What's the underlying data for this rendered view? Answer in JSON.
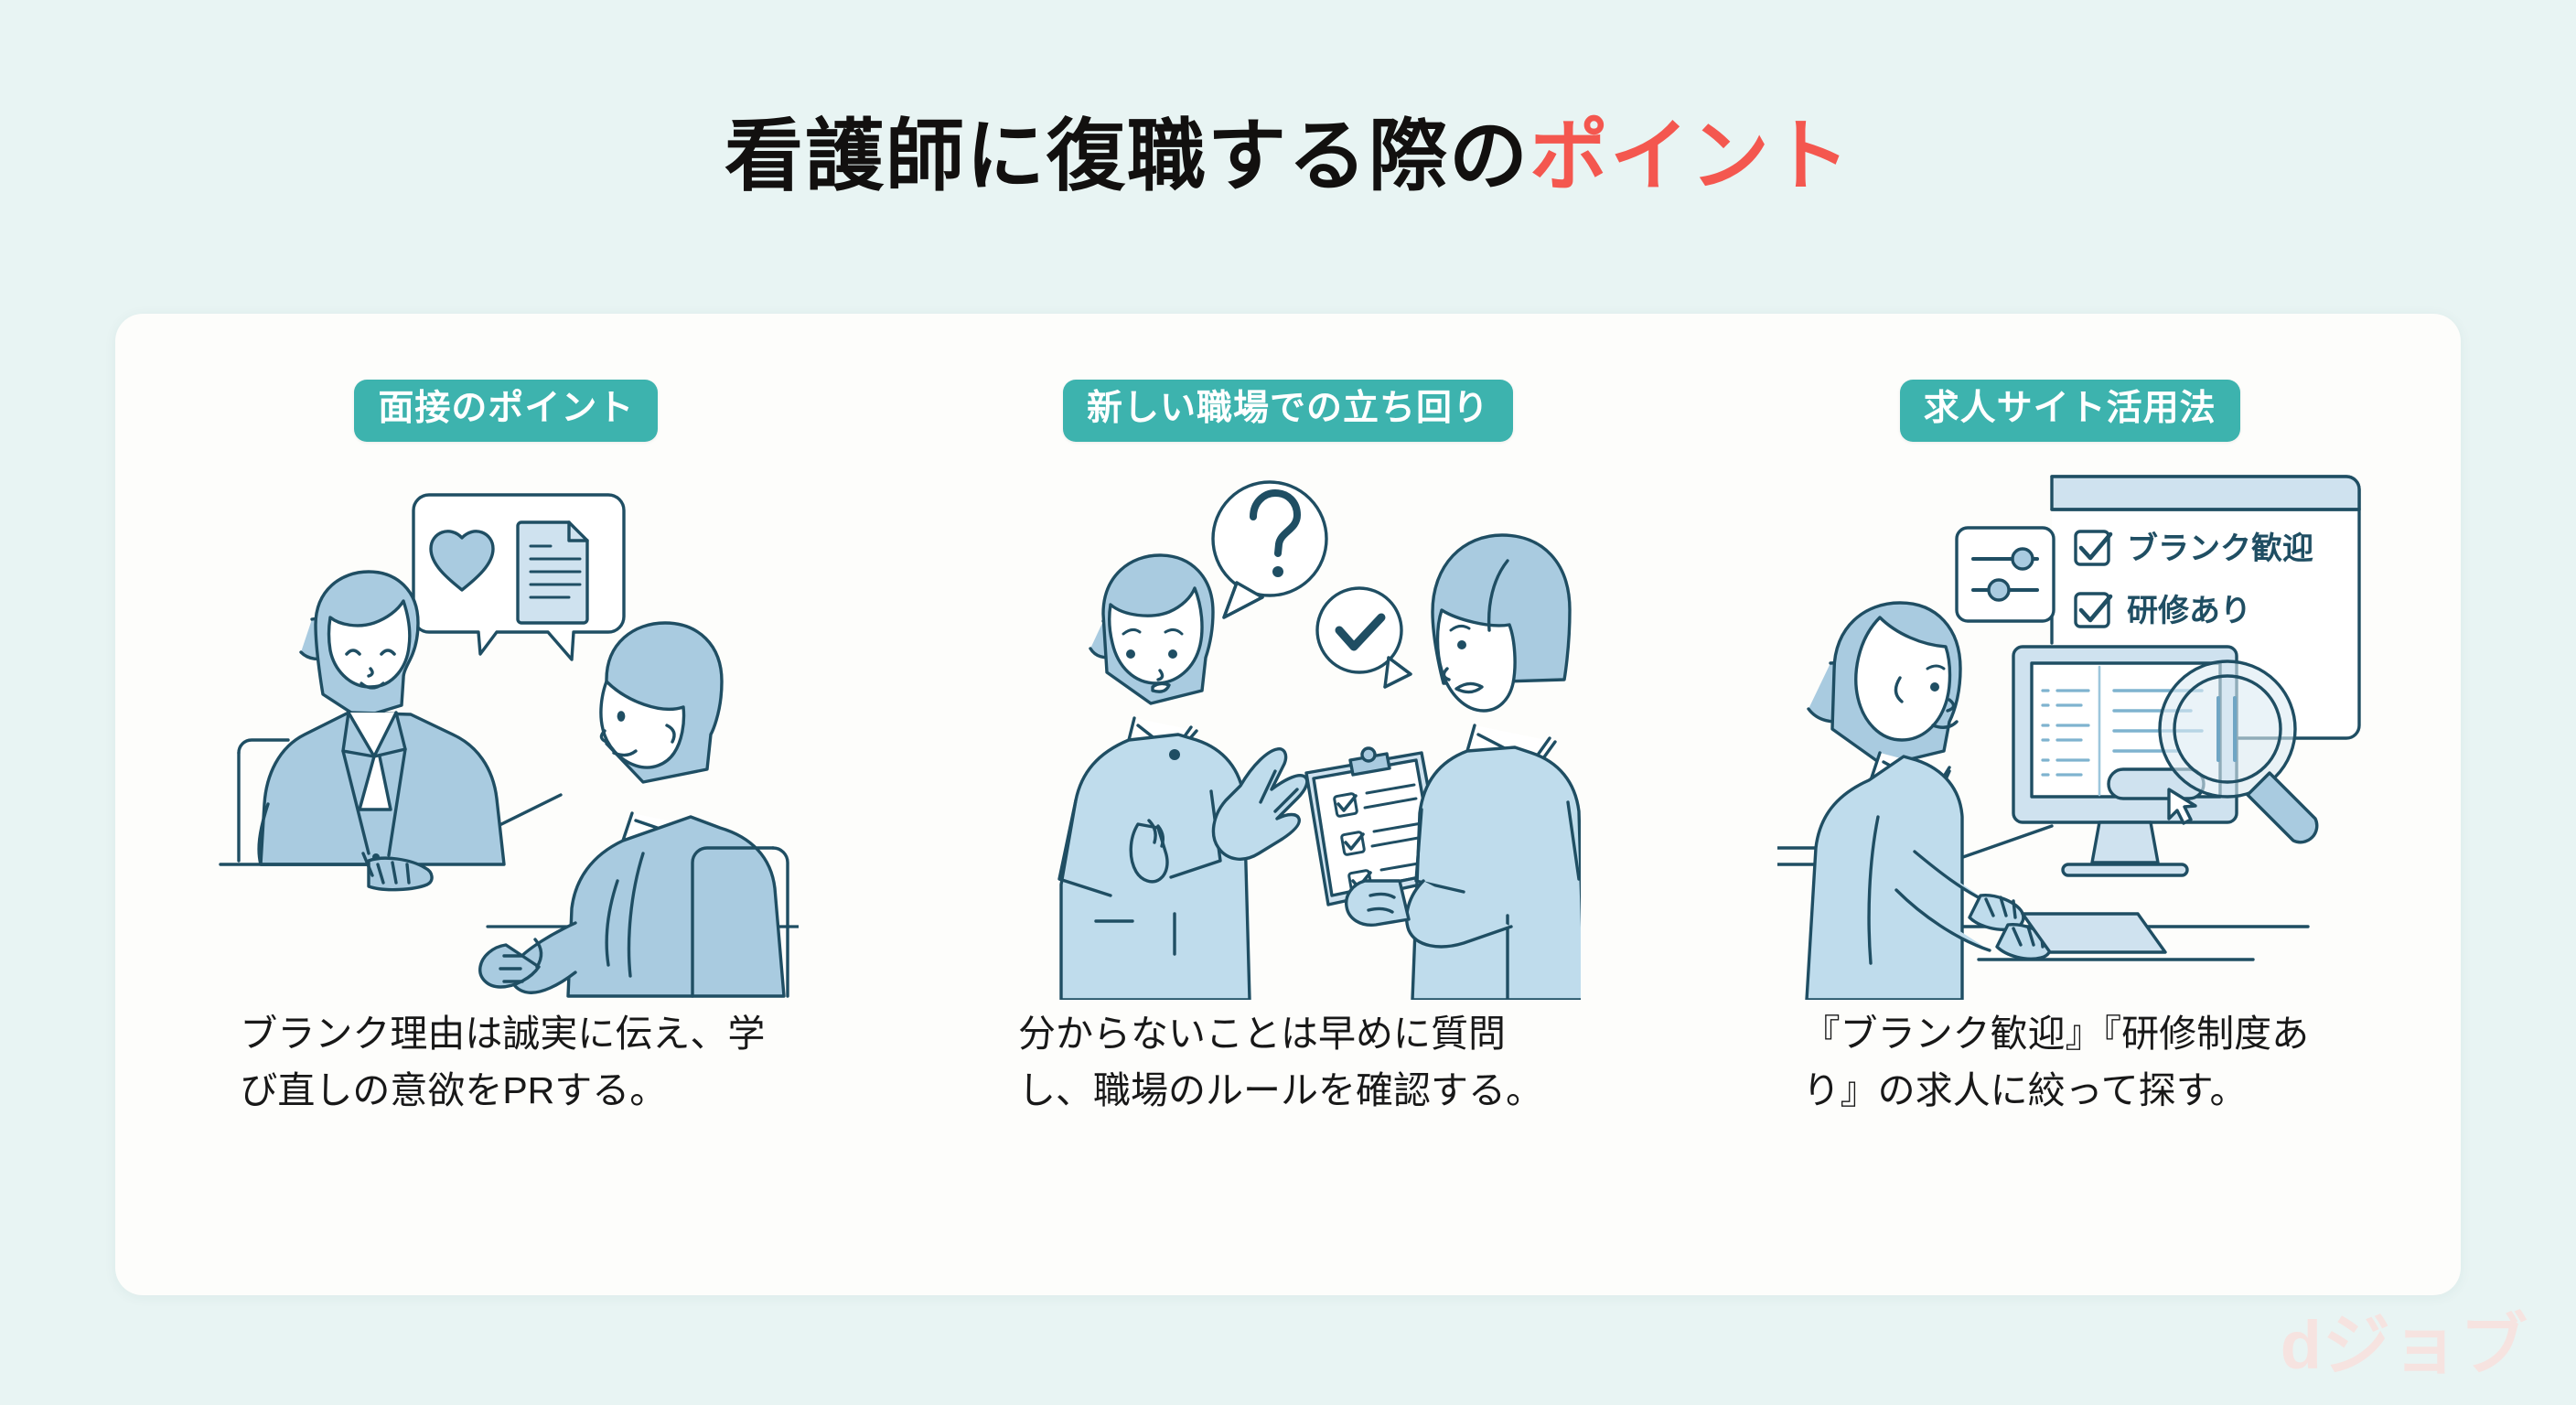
{
  "title": {
    "main": "看護師に復職する際の",
    "accent": "ポイント"
  },
  "colors": {
    "background": "#e8f4f3",
    "card": "#fdfdfb",
    "badge_teal": "#3db3ae",
    "accent_red": "#f4574f",
    "illustration_line": "#1f4e63",
    "illustration_fill": "#a9cbe0",
    "logo": "#f6e3e0"
  },
  "columns": [
    {
      "badge": "面接のポイント",
      "illustration_name": "interview-illustration",
      "illustration_alt": "面接のイラスト",
      "caption": "ブランク理由は誠実に伝え、学び直しの意欲をPRする。"
    },
    {
      "badge": "新しい職場での立ち回り",
      "illustration_name": "workplace-communication-illustration",
      "illustration_alt": "職場での会話のイラスト",
      "caption": "分からないことは早めに質問し、職場のルールを確認する。"
    },
    {
      "badge": "求人サイト活用法",
      "illustration_name": "job-search-illustration",
      "illustration_alt": "求人サイト検索のイラスト",
      "caption": "『ブランク歓迎』『研修制度あり』の求人に絞って探す。",
      "screen_checklist": [
        "ブランク歓迎",
        "研修あり"
      ]
    }
  ],
  "logo": "dジョブ"
}
